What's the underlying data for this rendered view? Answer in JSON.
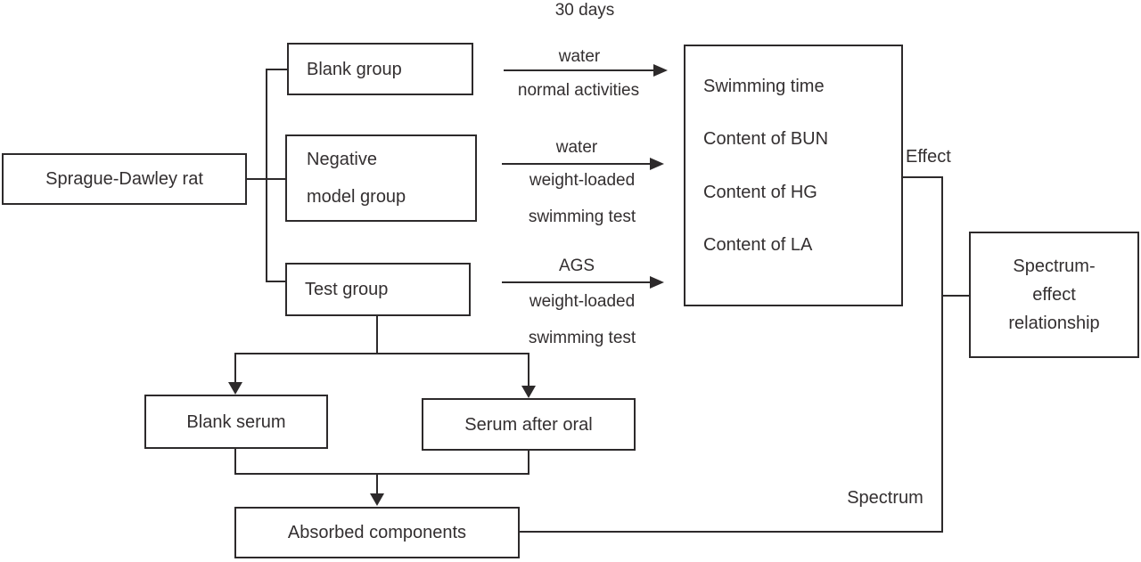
{
  "diagram": {
    "boxes": {
      "rat": "Sprague-Dawley rat",
      "blank_group": "Blank group",
      "negative_model": {
        "line1": "Negative",
        "line2": "model group"
      },
      "test_group": "Test group",
      "outcomes": [
        "Swimming time",
        "Content of BUN",
        "Content of HG",
        "Content of LA"
      ],
      "spectrum_effect": {
        "line1": "Spectrum-",
        "line2": "effect",
        "line3": "relationship"
      },
      "blank_serum": "Blank serum",
      "serum_after_oral": "Serum after oral",
      "absorbed_components": "Absorbed components"
    },
    "labels": {
      "duration": "30 days",
      "blank_arrow": {
        "top": "water",
        "bottom": "normal activities"
      },
      "negative_arrow": {
        "top": "water",
        "mid": "weight-loaded",
        "bottom": "swimming test"
      },
      "test_arrow": {
        "top": "AGS",
        "mid": "weight-loaded",
        "bottom": "swimming test"
      },
      "effect": "Effect",
      "spectrum": "Spectrum"
    },
    "colors": {
      "line": "#2d2a2b",
      "text": "#332f30",
      "background": "#ffffff"
    }
  }
}
